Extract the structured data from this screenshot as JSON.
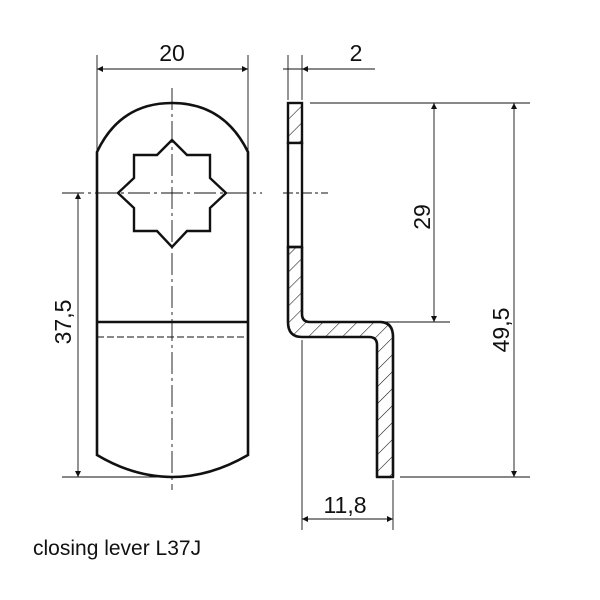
{
  "title": "closing lever L37J",
  "front_view": {
    "width_dim": "20",
    "height_dim": "37,5"
  },
  "side_view": {
    "thickness_dim": "2",
    "offset_height_dim": "29",
    "total_height_dim": "49,5",
    "depth_dim": "11,8"
  },
  "colors": {
    "line": "#111111",
    "background": "#ffffff"
  }
}
